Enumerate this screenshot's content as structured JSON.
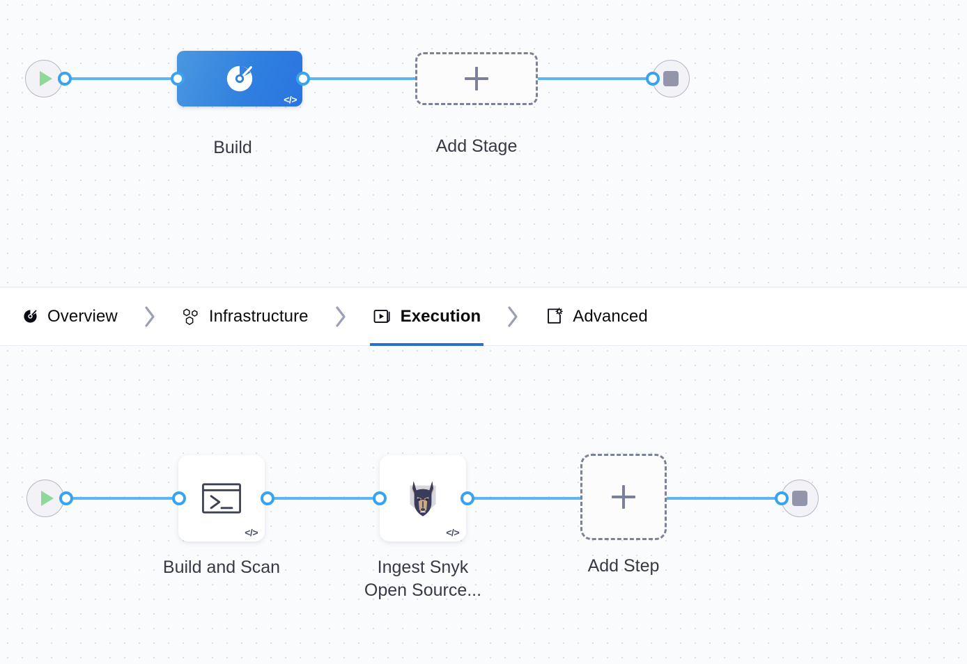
{
  "stage_canvas": {
    "name": "stage-pipeline-canvas",
    "start_node": {
      "icon": "play-icon",
      "label": ""
    },
    "end_node": {
      "icon": "stop-icon",
      "label": ""
    },
    "nodes": [
      {
        "id": "build",
        "label": "Build",
        "type": "stage",
        "icon": "ci-build-icon",
        "badge": "</>",
        "selected": true,
        "color": "#2f7fe0"
      },
      {
        "id": "add-stage",
        "label": "Add Stage",
        "type": "add",
        "icon": "plus-icon",
        "badge": "",
        "selected": false,
        "color": "#7c819a"
      }
    ]
  },
  "tabbar": {
    "name": "stage-config-tabs",
    "active": "Execution",
    "separator_glyph": "›",
    "tabs": [
      {
        "id": "overview",
        "label": "Overview",
        "icon": "ci-build-icon",
        "active": false
      },
      {
        "id": "infrastructure",
        "label": "Infrastructure",
        "icon": "hexagon-cluster-icon",
        "active": false
      },
      {
        "id": "execution",
        "label": "Execution",
        "icon": "play-box-icon",
        "active": true
      },
      {
        "id": "advanced",
        "label": "Advanced",
        "icon": "box-gear-icon",
        "active": false
      }
    ],
    "active_underline_color": "#2c6dd5"
  },
  "step_canvas": {
    "name": "execution-steps-canvas",
    "start_node": {
      "icon": "play-icon",
      "label": ""
    },
    "end_node": {
      "icon": "stop-icon",
      "label": ""
    },
    "nodes": [
      {
        "id": "build-and-scan",
        "label": "Build and Scan",
        "type": "step",
        "icon": "terminal-icon",
        "badge": "</>",
        "selected": false
      },
      {
        "id": "ingest-snyk",
        "label": "Ingest Snyk\nOpen Source...",
        "type": "step",
        "icon": "snyk-dog-icon",
        "badge": "</>",
        "selected": false
      },
      {
        "id": "add-step",
        "label": "Add Step",
        "type": "add",
        "icon": "plus-icon",
        "badge": "",
        "selected": false
      }
    ]
  },
  "colors": {
    "canvas_bg": "#fafbfc",
    "grid_dot": "#dcdfe8",
    "connector": "#5cb6f2",
    "connector_dot_ring": "#38a3f0",
    "stage_node": "#2f7fe0",
    "label_text": "#383946",
    "add_dashed": "#7c819a",
    "tab_active": "#2c6dd5",
    "terminal_fill": "#f2f2f7",
    "terminal_border": "#b4b6c6",
    "play_green": "#90d79a",
    "stop_grey": "#9396ab"
  }
}
